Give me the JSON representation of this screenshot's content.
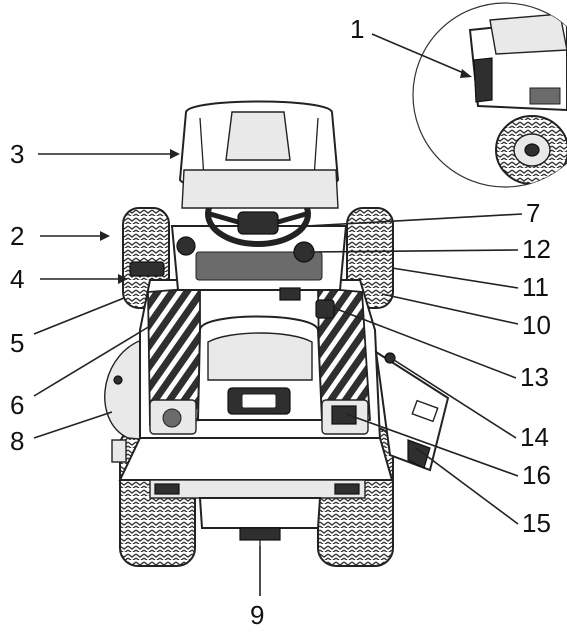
{
  "diagram": {
    "callouts": [
      {
        "id": "c1",
        "label": "1"
      },
      {
        "id": "c2",
        "label": "2"
      },
      {
        "id": "c3",
        "label": "3"
      },
      {
        "id": "c4",
        "label": "4"
      },
      {
        "id": "c5",
        "label": "5"
      },
      {
        "id": "c6",
        "label": "6"
      },
      {
        "id": "c7",
        "label": "7"
      },
      {
        "id": "c8",
        "label": "8"
      },
      {
        "id": "c9",
        "label": "9"
      },
      {
        "id": "c10",
        "label": "10"
      },
      {
        "id": "c11",
        "label": "11"
      },
      {
        "id": "c12",
        "label": "12"
      },
      {
        "id": "c13",
        "label": "13"
      },
      {
        "id": "c14",
        "label": "14"
      },
      {
        "id": "c15",
        "label": "15"
      },
      {
        "id": "c16",
        "label": "16"
      }
    ]
  },
  "colors": {
    "line": "#222222",
    "fill_dark": "#2f2f2f",
    "fill_mid": "#6b6b6b",
    "background": "#ffffff"
  }
}
